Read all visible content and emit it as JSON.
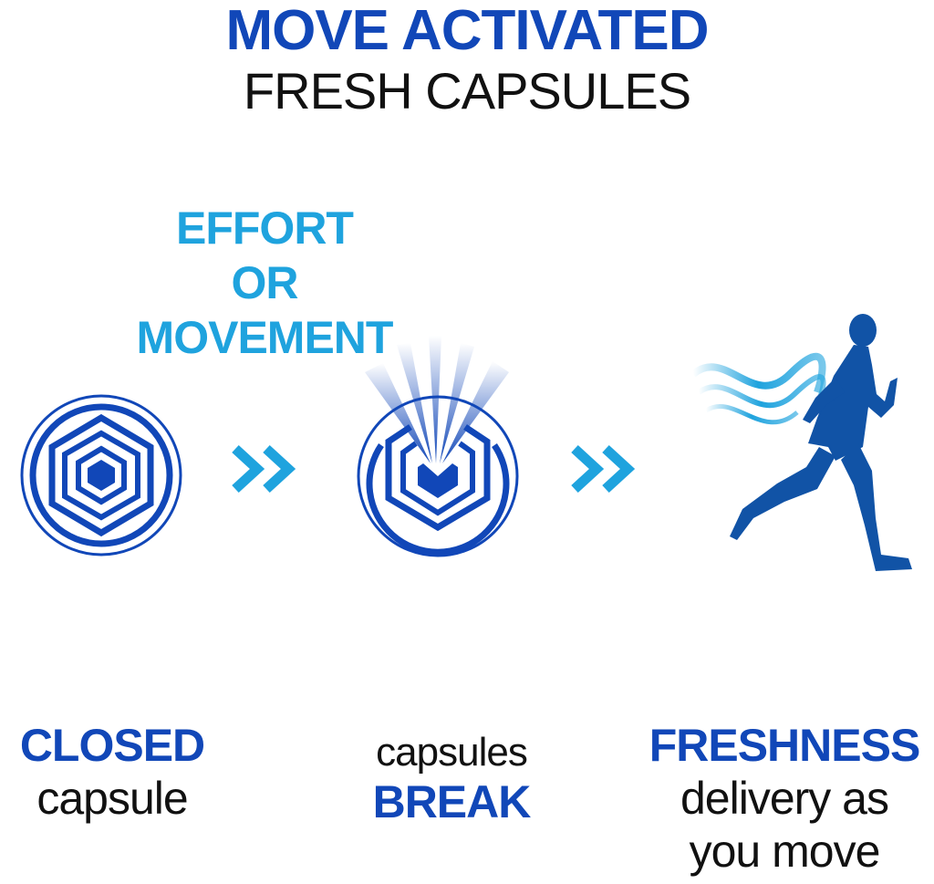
{
  "title": {
    "line1": "MOVE ACTIVATED",
    "line2": "FRESH CAPSULES"
  },
  "trigger": {
    "lines": [
      "EFFORT",
      "OR",
      "MOVEMENT"
    ]
  },
  "steps": [
    {
      "bold": "CLOSED",
      "light": "capsule"
    },
    {
      "light": "capsules",
      "bold": "BREAK"
    },
    {
      "bold": "FRESHNESS",
      "light1": "delivery as",
      "light2": "you move"
    }
  ],
  "colors": {
    "dark_blue": "#1147b8",
    "light_blue": "#1fa3de",
    "text": "#111111"
  },
  "icons": [
    "closed-capsule-icon",
    "double-chevron-right-icon",
    "breaking-capsule-icon",
    "double-chevron-right-icon",
    "running-man-icon"
  ]
}
